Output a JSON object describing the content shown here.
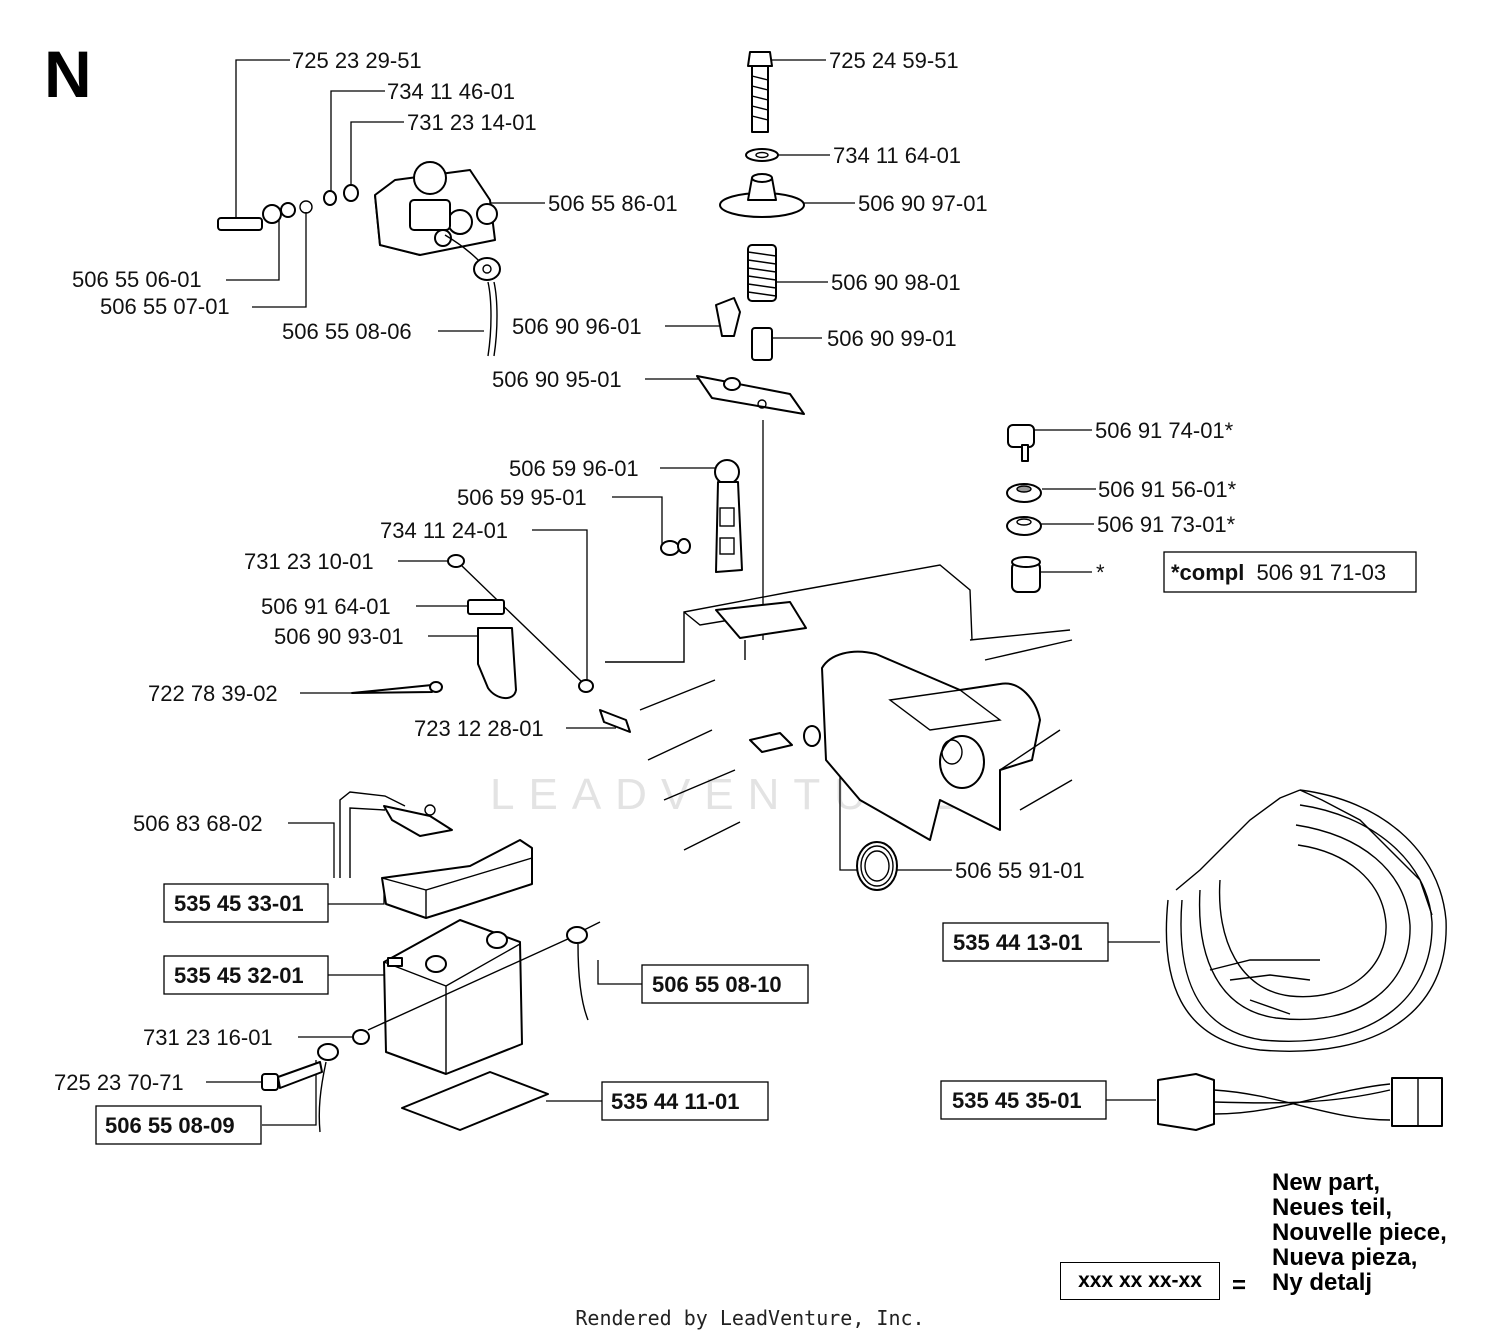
{
  "section_letter": "N",
  "watermark": "LEADVENTURE",
  "parts": [
    {
      "id": "p1",
      "text": "725 23 29-51",
      "bold": false
    },
    {
      "id": "p2",
      "text": "734 11 46-01",
      "bold": false
    },
    {
      "id": "p3",
      "text": "731 23 14-01",
      "bold": false
    },
    {
      "id": "p4",
      "text": "506 55 86-01",
      "bold": false
    },
    {
      "id": "p5",
      "text": "506 55 06-01",
      "bold": false
    },
    {
      "id": "p6",
      "text": "506 55 07-01",
      "bold": false
    },
    {
      "id": "p7",
      "text": "506 55 08-06",
      "bold": false
    },
    {
      "id": "p8",
      "text": "725 24 59-51",
      "bold": false
    },
    {
      "id": "p9",
      "text": "734 11 64-01",
      "bold": false
    },
    {
      "id": "p10",
      "text": "506 90 97-01",
      "bold": false
    },
    {
      "id": "p11",
      "text": "506 90 98-01",
      "bold": false
    },
    {
      "id": "p12",
      "text": "506 90 96-01",
      "bold": false
    },
    {
      "id": "p13",
      "text": "506 90 99-01",
      "bold": false
    },
    {
      "id": "p14",
      "text": "506 90 95-01",
      "bold": false
    },
    {
      "id": "p15",
      "text": "506 91 74-01*",
      "bold": false
    },
    {
      "id": "p16",
      "text": "506 91 56-01*",
      "bold": false
    },
    {
      "id": "p17",
      "text": "506 91 73-01*",
      "bold": false
    },
    {
      "id": "p18",
      "text": "*",
      "bold": false
    },
    {
      "id": "p19",
      "text": "506 59 96-01",
      "bold": false
    },
    {
      "id": "p20",
      "text": "506 59 95-01",
      "bold": false
    },
    {
      "id": "p21",
      "text": "734 11 24-01",
      "bold": false
    },
    {
      "id": "p22",
      "text": "731 23 10-01",
      "bold": false
    },
    {
      "id": "p23",
      "text": "506 91 64-01",
      "bold": false
    },
    {
      "id": "p24",
      "text": "506 90 93-01",
      "bold": false
    },
    {
      "id": "p25",
      "text": "722 78 39-02",
      "bold": false
    },
    {
      "id": "p26",
      "text": "723 12 28-01",
      "bold": false
    },
    {
      "id": "p27",
      "text": "506 83 68-02",
      "bold": false
    },
    {
      "id": "p28",
      "text": "535 45 33-01",
      "bold": true
    },
    {
      "id": "p29",
      "text": "535 45 32-01",
      "bold": true
    },
    {
      "id": "p30",
      "text": "506 55 08-10",
      "bold": true
    },
    {
      "id": "p31",
      "text": "731 23 16-01",
      "bold": false
    },
    {
      "id": "p32",
      "text": "725 23 70-71",
      "bold": false
    },
    {
      "id": "p33",
      "text": "506 55 08-09",
      "bold": true
    },
    {
      "id": "p34",
      "text": "535 44 11-01",
      "bold": true
    },
    {
      "id": "p35",
      "text": "506 55 91-01",
      "bold": false
    },
    {
      "id": "p36",
      "text": "535 44 13-01",
      "bold": true
    },
    {
      "id": "p37",
      "text": "535 45 35-01",
      "bold": true
    }
  ],
  "compl_note": {
    "prefix": "*compl",
    "number": "506 91 71-03"
  },
  "legend": {
    "placeholder": "xxx xx xx-xx",
    "equals": "=",
    "lines": [
      "New part,",
      "Neues teil,",
      "Nouvelle piece,",
      "Nueva pieza,",
      "Ny detalj"
    ]
  },
  "footer": "Rendered by LeadVenture, Inc."
}
